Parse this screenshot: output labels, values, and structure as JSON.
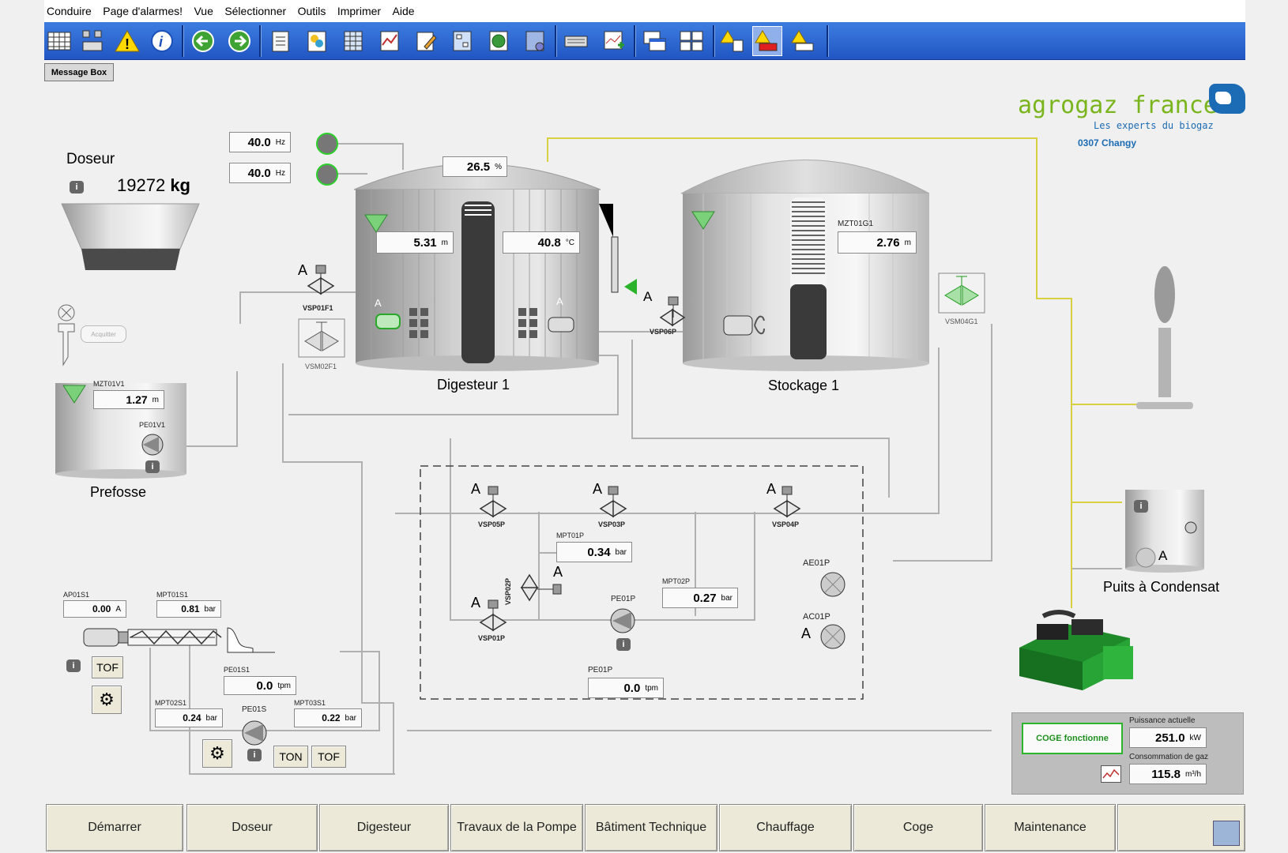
{
  "menu": [
    "Conduire",
    "Page d'alarmes!",
    "Vue",
    "Sélectionner",
    "Outils",
    "Imprimer",
    "Aide"
  ],
  "toolbar_icons": [
    "grid-icon",
    "network-icon",
    "warning-icon",
    "info-icon",
    "back-arrow-icon",
    "forward-arrow-icon",
    "clipboard-icon",
    "chart-color-icon",
    "table-icon",
    "trend-icon",
    "edit-icon",
    "diagram-icon",
    "globe-icon",
    "map-icon",
    "keyboard-icon",
    "graph-add-icon",
    "windows-cascade-icon",
    "windows-tile-icon",
    "alarm-list-icon",
    "alarm-active-icon",
    "alarm-ack-icon"
  ],
  "message_box": "Message Box",
  "brand": {
    "name": "agrogaz france",
    "tagline": "Les experts du biogaz",
    "site": "0307 Changy"
  },
  "doseur": {
    "title": "Doseur",
    "value": "19272",
    "unit": "kg"
  },
  "freq": [
    {
      "value": "40.0",
      "unit": "Hz"
    },
    {
      "value": "40.0",
      "unit": "Hz"
    }
  ],
  "digesteur": {
    "title": "Digesteur 1",
    "pct": {
      "value": "26.5",
      "unit": "%"
    },
    "level": {
      "value": "5.31",
      "unit": "m"
    },
    "temp": {
      "value": "40.8",
      "unit": "°C"
    }
  },
  "stockage": {
    "title": "Stockage 1",
    "tag": "MZT01G1",
    "level": {
      "value": "2.76",
      "unit": "m"
    }
  },
  "prefosse": {
    "title": "Prefosse",
    "tag": "MZT01V1",
    "level": {
      "value": "1.27",
      "unit": "m"
    },
    "pump_tag": "PE01V1"
  },
  "acquitter": "Acquitter",
  "valves": {
    "vsp01f1": "VSP01F1",
    "vsm02f1": "VSM02F1",
    "vsp06p": "VSP06P",
    "vsm04g1": "VSM04G1",
    "vsp05p": "VSP05P",
    "vsp03p": "VSP03P",
    "vsp04p": "VSP04P",
    "vsp01p": "VSP01P",
    "vsp02p": "VSP02P"
  },
  "a_label": "A",
  "pump_room": {
    "mpt01p": {
      "tag": "MPT01P",
      "value": "0.34",
      "unit": "bar"
    },
    "mpt02p": {
      "tag": "MPT02P",
      "value": "0.27",
      "unit": "bar"
    },
    "pe01p_tag": "PE01P",
    "pe01p_speed": {
      "tag": "PE01P",
      "value": "0.0",
      "unit": "tpm"
    },
    "ae01p": "AE01P",
    "ac01p": "AC01P"
  },
  "screw": {
    "ap01s1": {
      "tag": "AP01S1",
      "value": "0.00",
      "unit": "A"
    },
    "mpt01s1": {
      "tag": "MPT01S1",
      "value": "0.81",
      "unit": "bar"
    },
    "pe01s1": {
      "tag": "PE01S1",
      "value": "0.0",
      "unit": "tpm"
    },
    "mpt02s1": {
      "tag": "MPT02S1",
      "value": "0.24",
      "unit": "bar"
    },
    "pe01s_tag": "PE01S",
    "mpt03s1": {
      "tag": "MPT03S1",
      "value": "0.22",
      "unit": "bar"
    },
    "tof": "TOF",
    "ton": "TON",
    "tof2": "TOF"
  },
  "condensat": {
    "title": "Puits à Condensat"
  },
  "coge": {
    "status": "COGE fonctionne",
    "power_label": "Puissance actuelle",
    "power": {
      "value": "251.0",
      "unit": "kW"
    },
    "gas_label": "Consommation de gaz",
    "gas": {
      "value": "115.8",
      "unit": "m³/h"
    }
  },
  "bottom_buttons": [
    "Démarrer",
    "Doseur",
    "Digesteur",
    "Travaux de la Pompe",
    "Bâtiment Technique",
    "Chauffage",
    "Coge",
    "Maintenance",
    ""
  ],
  "colors": {
    "toolbar": "#2a63cf",
    "brand_green": "#7ab51d",
    "brand_blue": "#1b6cb4",
    "pipe_yellow": "#d8d040",
    "ok_green": "#34b834"
  }
}
